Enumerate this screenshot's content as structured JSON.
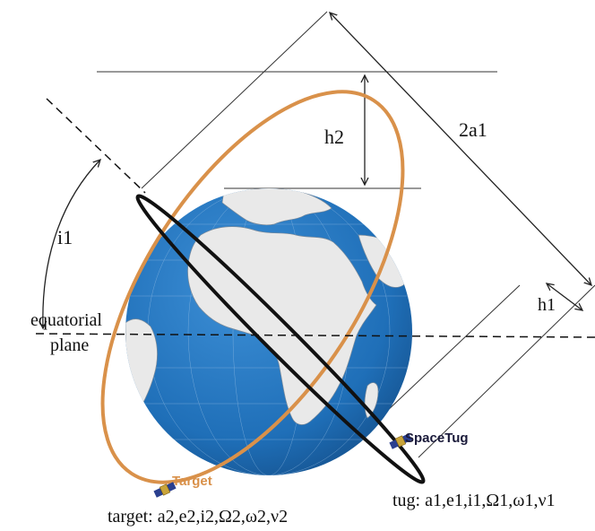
{
  "labels": {
    "h2": "h2",
    "two_a1": "2a1",
    "i1": "i1",
    "h1": "h1",
    "equatorial": "equatorial",
    "plane": "plane",
    "spacetug": "SpaceTug",
    "target": "Target",
    "tug_params": "tug: a1,e1,i1,Ω1,ω1,ν1",
    "target_params": "target: a2,e2,i2,Ω2,ω2,ν2"
  },
  "colors": {
    "ocean": "#1f6fb8",
    "land": "#e8e8e8",
    "target_orbit": "#d9914a",
    "tug_orbit": "#111111",
    "line": "#222222",
    "sat_panel": "#2a3f8f",
    "sat_body": "#c9a43a"
  },
  "icons": {
    "satellite": "satellite-icon",
    "earth": "earth-globe"
  }
}
